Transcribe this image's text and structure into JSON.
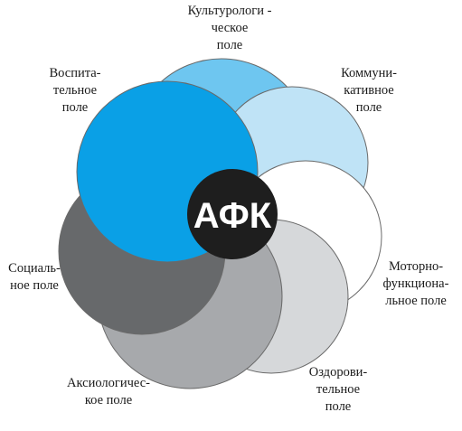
{
  "center": {
    "label": "АФК",
    "fill": "#1e1e1e",
    "text_color": "#ffffff"
  },
  "fields": [
    {
      "id": "cultural",
      "lines": [
        "Культурологи -",
        "ческое",
        "поле"
      ],
      "fill": "#6ec6f0"
    },
    {
      "id": "communicative",
      "lines": [
        "Коммуни-",
        "кативное",
        "поле"
      ],
      "fill": "#bfe3f6"
    },
    {
      "id": "motor",
      "lines": [
        "Моторно-",
        "функциона-",
        "льное поле"
      ],
      "fill": "#ffffff"
    },
    {
      "id": "health",
      "lines": [
        "Оздорови-",
        "тельное",
        "поле"
      ],
      "fill": "#d6d8da"
    },
    {
      "id": "axiological",
      "lines": [
        "Аксиологичес-",
        "кое поле"
      ],
      "fill": "#a7a9ac"
    },
    {
      "id": "social",
      "lines": [
        "Социаль-",
        "ное  поле"
      ],
      "fill": "#67696b"
    },
    {
      "id": "educational",
      "lines": [
        "Воспита-",
        "тельное",
        "поле"
      ],
      "fill": "#0aa0e6"
    }
  ]
}
